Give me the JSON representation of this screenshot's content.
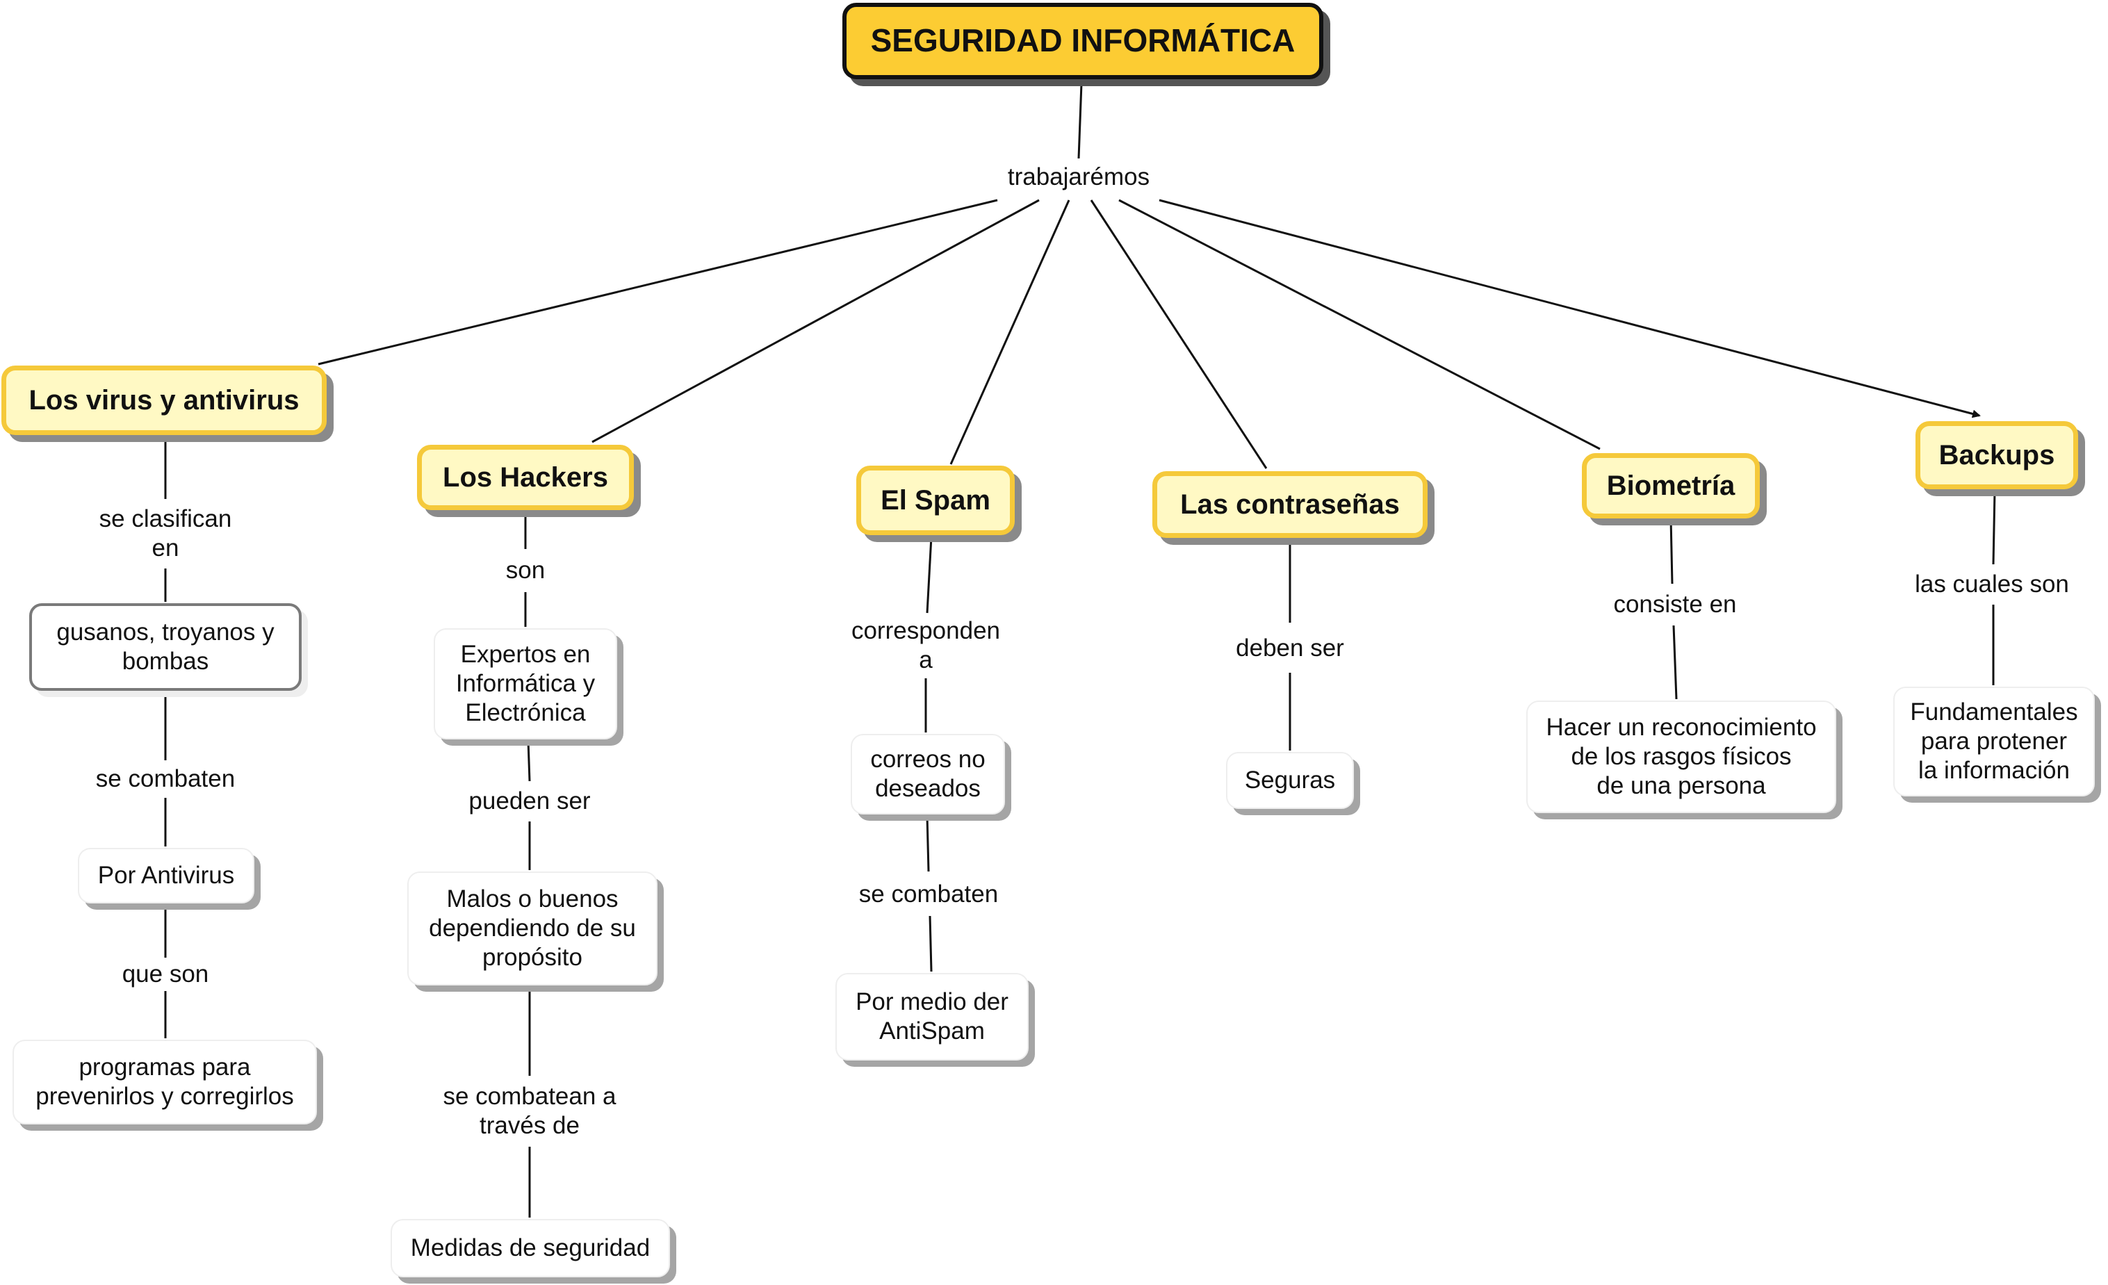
{
  "root": {
    "label": "SEGURIDAD INFORMÁTICA"
  },
  "root_link": {
    "label": "trabajarémos"
  },
  "topics": {
    "virus": "Los virus y antivirus",
    "hackers": "Los Hackers",
    "spam": "El Spam",
    "passwords": "Las contraseñas",
    "biometrics": "Biometría",
    "backups": "Backups"
  },
  "virus_branch": {
    "link1": "se clasifican\nen",
    "node1": "gusanos, troyanos y\nbombas",
    "link2": "se combaten",
    "node2": "Por Antivirus",
    "link3": "que son",
    "node3": "programas para\nprevenirlos y corregirlos"
  },
  "hackers_branch": {
    "link1": "son",
    "node1": "Expertos en\nInformática y\nElectrónica",
    "link2": "pueden ser",
    "node2": "Malos o buenos\ndependiendo de su\npropósito",
    "link3": "se combatean a\ntravés de",
    "node3": "Medidas de seguridad"
  },
  "spam_branch": {
    "link1": "corresponden\na",
    "node1": "correos no\ndeseados",
    "link2": "se combaten",
    "node2": "Por medio der\nAntiSpam"
  },
  "passwords_branch": {
    "link1": "deben ser",
    "node1": "Seguras"
  },
  "biometrics_branch": {
    "link1": "consiste en",
    "node1": "Hacer un reconocimiento\nde los rasgos físicos\nde una persona"
  },
  "backups_branch": {
    "link1": "las cuales son",
    "node1": "Fundamentales\npara protener\nla información"
  },
  "colors": {
    "root_fill": "#fccc33",
    "topic_fill": "#fff9c4",
    "topic_border": "#f5c93a",
    "line": "#111111"
  }
}
